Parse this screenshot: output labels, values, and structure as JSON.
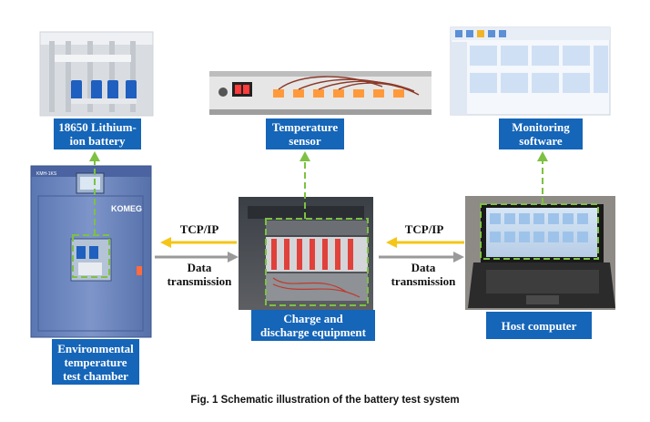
{
  "nodes": {
    "battery": {
      "line1": "18650 Lithium-",
      "line2": "ion battery"
    },
    "temp_sensor": {
      "line1": "Temperature",
      "line2": "sensor"
    },
    "monitoring": {
      "line1": "Monitoring",
      "line2": "software"
    },
    "chamber": {
      "line1": "Environmental",
      "line2": "temperature",
      "line3": "test chamber"
    },
    "charge": {
      "line1": "Charge and",
      "line2": "discharge equipment"
    },
    "host": {
      "line1": "Host computer"
    }
  },
  "edges": {
    "left_tcp": "TCP/IP",
    "left_data_1": "Data",
    "left_data_2": "transmission",
    "right_tcp": "TCP/IP",
    "right_data_1": "Data",
    "right_data_2": "transmission"
  },
  "photo_text": {
    "chamber_brand": "KOMEG",
    "chamber_model": "KMH-1KS"
  },
  "caption": {
    "text": "Fig. 1   Schematic illustration of the battery test system"
  },
  "colors": {
    "label_bg": "#1565b8",
    "dashed_green": "#7dc142",
    "arrow_yellow": "#f5c518",
    "arrow_gray": "#9a9a9a"
  }
}
